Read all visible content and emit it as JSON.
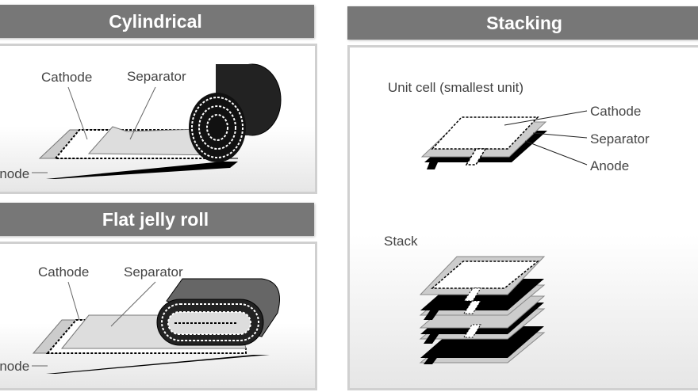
{
  "cylindrical": {
    "title": "Cylindrical",
    "cathode": "Cathode",
    "separator": "Separator",
    "anode": "Anode"
  },
  "flat": {
    "title": "Flat jelly roll",
    "cathode": "Cathode",
    "separator": "Separator",
    "anode": "Anode"
  },
  "stacking": {
    "title": "Stacking",
    "unit_cell": "Unit cell (smallest unit)",
    "cathode": "Cathode",
    "separator": "Separator",
    "anode": "Anode",
    "stack": "Stack"
  }
}
